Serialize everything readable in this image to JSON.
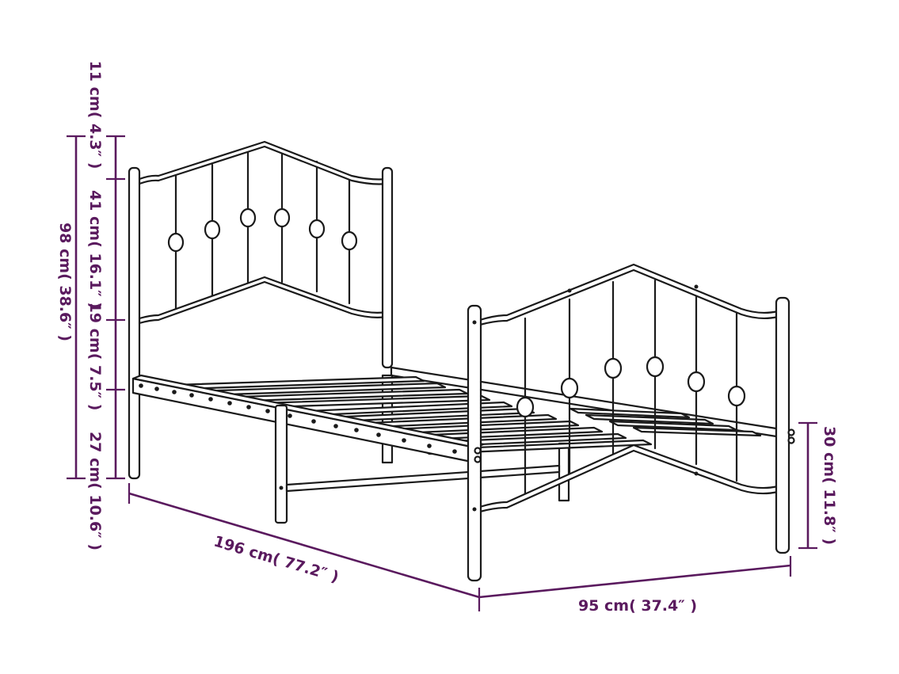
{
  "diagram": {
    "type": "bed-frame-dimensions",
    "accent_color": "#5a1a5e",
    "line_color": "#1a1a1a"
  },
  "dimensions": {
    "total_height": "98 cm( 38.6″ )",
    "top_gap": "11 cm( 4.3″ )",
    "headboard_section": "41 cm( 16.1″ )",
    "frame_section": "19 cm( 7.5″ )",
    "leg_section": "27 cm( 10.6″ )",
    "length": "196 cm( 77.2″ )",
    "width": "95 cm( 37.4″ )",
    "footboard_height": "30 cm( 11.8″ )"
  }
}
